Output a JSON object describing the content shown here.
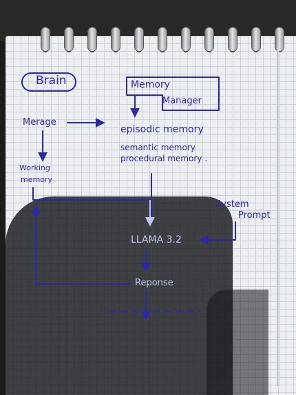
{
  "diagram": {
    "title": "Brain",
    "memory_manager": [
      "Memory",
      "Manager"
    ],
    "input": "Merage",
    "memories": [
      "episodic memory",
      "semantic memory",
      "procedural memory ."
    ],
    "working_memory": [
      "Working",
      "memory"
    ],
    "system_prompt": [
      "System",
      "Prompt"
    ],
    "model": "LLAMA 3.2",
    "output": "Reponse"
  }
}
